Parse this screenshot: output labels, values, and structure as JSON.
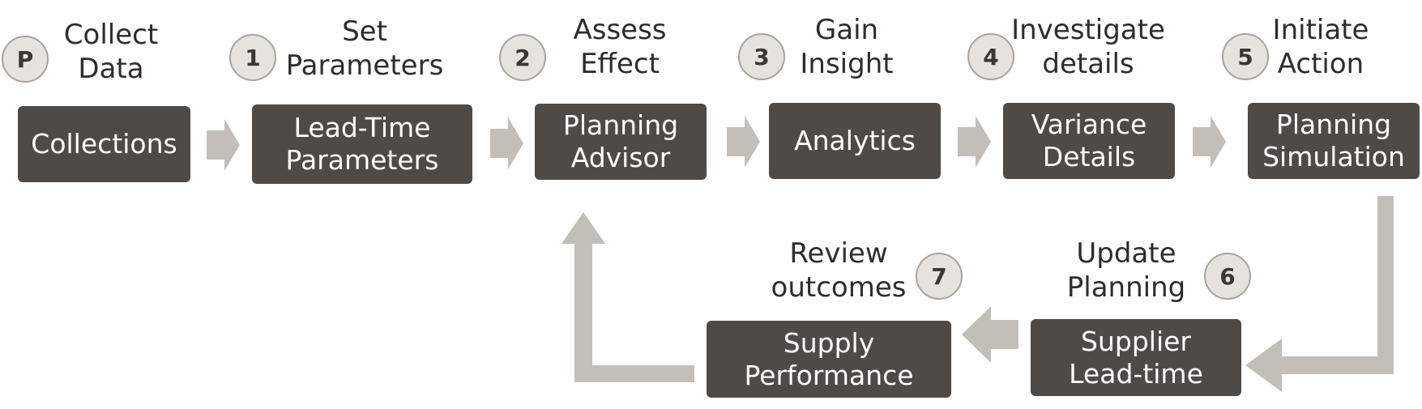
{
  "steps": [
    {
      "badge": "P",
      "label_line1": "Collect",
      "label_line2": "Data",
      "box_line1": "Collections",
      "box_line2": ""
    },
    {
      "badge": "1",
      "label_line1": "Set",
      "label_line2": "Parameters",
      "box_line1": "Lead-Time",
      "box_line2": "Parameters"
    },
    {
      "badge": "2",
      "label_line1": "Assess",
      "label_line2": "Effect",
      "box_line1": "Planning",
      "box_line2": "Advisor"
    },
    {
      "badge": "3",
      "label_line1": "Gain",
      "label_line2": "Insight",
      "box_line1": "Analytics",
      "box_line2": ""
    },
    {
      "badge": "4",
      "label_line1": "Investigate",
      "label_line2": "details",
      "box_line1": "Variance",
      "box_line2": "Details"
    },
    {
      "badge": "5",
      "label_line1": "Initiate",
      "label_line2": "Action",
      "box_line1": "Planning",
      "box_line2": "Simulation"
    },
    {
      "badge": "6",
      "label_line1": "Update",
      "label_line2": "Planning",
      "box_line1": "Supplier",
      "box_line2": "Lead-time"
    },
    {
      "badge": "7",
      "label_line1": "Review",
      "label_line2": "outcomes",
      "box_line1": "Supply",
      "box_line2": "Performance"
    }
  ],
  "colors": {
    "box": "#4f4a46",
    "arrow": "#c3beb7",
    "badge_fill": "#e6e3df",
    "badge_border": "#a8a39c",
    "text": "#2f2c2a"
  }
}
